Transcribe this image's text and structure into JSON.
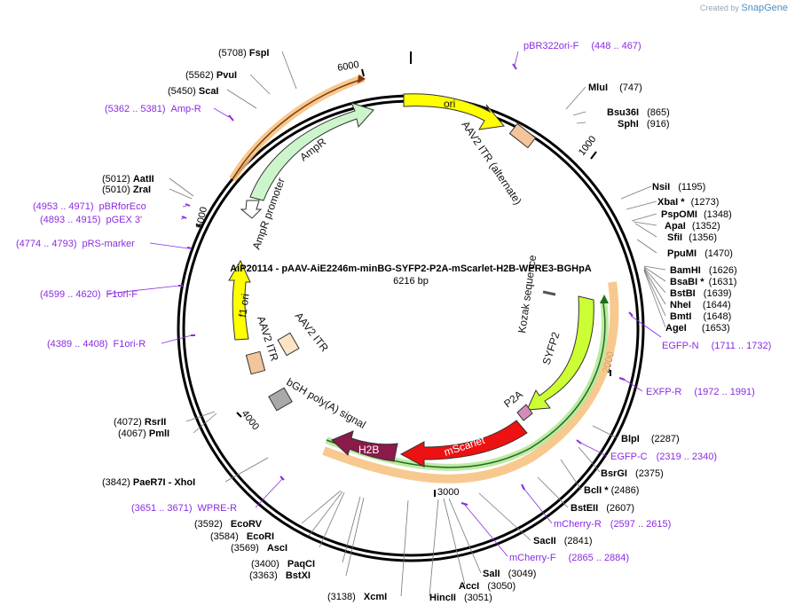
{
  "credit": {
    "prefix": "Created by",
    "brand": "SnapGene"
  },
  "plasmid": {
    "name": "AiP20114 - pAAV-AiE2246m-minBG-SYFP2-P2A-mScarlet-H2B-WPRE3-BGHpA",
    "size": "6216 bp",
    "length": 6216
  },
  "ticks": [
    "1000",
    "2000",
    "3000",
    "4000",
    "5000",
    "6000"
  ],
  "features": [
    {
      "label": "ori",
      "color": "#ffff00"
    },
    {
      "label": "AAV2 ITR (alternate)",
      "color": "#f4c49c"
    },
    {
      "label": "AmpR",
      "color": "#ccf5cc"
    },
    {
      "label": "AmpR promoter",
      "color": "#ffffff"
    },
    {
      "label": "f1 ori",
      "color": "#ffff00"
    },
    {
      "label": "AAV2 ITR",
      "color": "#f4c49c"
    },
    {
      "label": "AAV2 ITR",
      "color": "#ffe4c4"
    },
    {
      "label": "bGH poly(A) signal",
      "color": "#a9a9a9"
    },
    {
      "label": "H2B",
      "color": "#8b1a4a"
    },
    {
      "label": "mScarlet",
      "color": "#ee1111"
    },
    {
      "label": "P2A",
      "color": "#d48cba"
    },
    {
      "label": "SYFP2",
      "color": "#ccff33"
    },
    {
      "label": "Kozak sequence",
      "color": "#888888"
    }
  ],
  "enzymes": [
    {
      "name": "FspI",
      "pos": "(5708)"
    },
    {
      "name": "PvuI",
      "pos": "(5562)"
    },
    {
      "name": "ScaI",
      "pos": "(5450)"
    },
    {
      "name": "AatII",
      "pos": "(5012)"
    },
    {
      "name": "ZraI",
      "pos": "(5010)"
    },
    {
      "name": "MluI",
      "pos": "(747)"
    },
    {
      "name": "Bsu36I",
      "pos": "(865)"
    },
    {
      "name": "SphI",
      "pos": "(916)"
    },
    {
      "name": "NsiI",
      "pos": "(1195)"
    },
    {
      "name": "XbaI *",
      "pos": "(1273)"
    },
    {
      "name": "PspOMI",
      "pos": "(1348)"
    },
    {
      "name": "ApaI",
      "pos": "(1352)"
    },
    {
      "name": "SfiI",
      "pos": "(1356)"
    },
    {
      "name": "PpuMI",
      "pos": "(1470)"
    },
    {
      "name": "BamHI",
      "pos": "(1626)"
    },
    {
      "name": "BsaBI *",
      "pos": "(1631)"
    },
    {
      "name": "BstBI",
      "pos": "(1639)"
    },
    {
      "name": "NheI",
      "pos": "(1644)"
    },
    {
      "name": "BmtI",
      "pos": "(1648)"
    },
    {
      "name": "AgeI",
      "pos": "(1653)"
    },
    {
      "name": "BlpI",
      "pos": "(2287)"
    },
    {
      "name": "BsrGI",
      "pos": "(2375)"
    },
    {
      "name": "BclI *",
      "pos": "(2486)"
    },
    {
      "name": "BstEII",
      "pos": "(2607)"
    },
    {
      "name": "SacII",
      "pos": "(2841)"
    },
    {
      "name": "SalI",
      "pos": "(3049)"
    },
    {
      "name": "AccI",
      "pos": "(3050)"
    },
    {
      "name": "HincII",
      "pos": "(3051)"
    },
    {
      "name": "XcmI",
      "pos": "(3138)"
    },
    {
      "name": "BstXI",
      "pos": "(3363)"
    },
    {
      "name": "PaqCI",
      "pos": "(3400)"
    },
    {
      "name": "AscI",
      "pos": "(3569)"
    },
    {
      "name": "EcoRI",
      "pos": "(3584)"
    },
    {
      "name": "EcoRV",
      "pos": "(3592)"
    },
    {
      "name": "PaeR7I",
      "pos": "(3842)"
    },
    {
      "name": "- XhoI",
      "pos": ""
    },
    {
      "name": "PmlI",
      "pos": "(4067)"
    },
    {
      "name": "RsrII",
      "pos": "(4072)"
    }
  ],
  "primers": [
    {
      "name": "pBR322ori-F",
      "range": "(448 .. 467)"
    },
    {
      "name": "Amp-R",
      "range": "(5362 .. 5381)"
    },
    {
      "name": "pBRforEco",
      "range": "(4953 .. 4971)"
    },
    {
      "name": "pGEX 3'",
      "range": "(4893 .. 4915)"
    },
    {
      "name": "pRS-marker",
      "range": "(4774 .. 4793)"
    },
    {
      "name": "F1ori-F",
      "range": "(4599 .. 4620)"
    },
    {
      "name": "F1ori-R",
      "range": "(4389 .. 4408)"
    },
    {
      "name": "EGFP-N",
      "range": "(1711 .. 1732)"
    },
    {
      "name": "EXFP-R",
      "range": "(1972 .. 1991)"
    },
    {
      "name": "EGFP-C",
      "range": "(2319 .. 2340)"
    },
    {
      "name": "mCherry-R",
      "range": "(2597 .. 2615)"
    },
    {
      "name": "mCherry-F",
      "range": "(2865 .. 2884)"
    },
    {
      "name": "WPRE-R",
      "range": "(3651 .. 3671)"
    }
  ]
}
